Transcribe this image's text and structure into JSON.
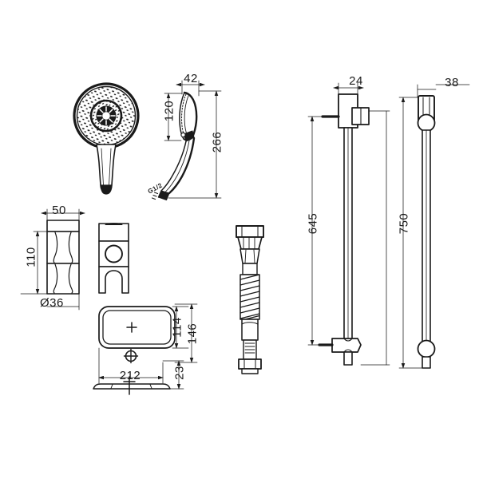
{
  "drawing": {
    "title": "Shower Set Dimensional Drawing",
    "units": "mm",
    "line_color": "#1a1a1a",
    "background_color": "#ffffff"
  },
  "components": {
    "handshower_front": {
      "name": "Hand Shower Front View"
    },
    "handshower_side": {
      "name": "Hand Shower Side View"
    },
    "wall_bracket_side": {
      "name": "Wall Bracket Side View"
    },
    "wall_bracket_front": {
      "name": "Wall Bracket Front View"
    },
    "soap_tray": {
      "name": "Soap Dish Tray Top View"
    },
    "hose": {
      "name": "Flexible Shower Hose"
    },
    "slide_rail_left": {
      "name": "Slide Rail With Holder 645"
    },
    "slide_rail_right": {
      "name": "Slide Rail 750"
    }
  },
  "dimensions": {
    "handshower_head_depth": "42",
    "handshower_head_height": "120",
    "handshower_total_length": "266",
    "handshower_thread": "G1/2",
    "bracket_width": "50",
    "bracket_height": "110",
    "bracket_diameter": "Ø36",
    "tray_depth": "114",
    "tray_depth_outer": "146",
    "tray_width": "212",
    "tray_thickness": "23",
    "rail_left_width": "24",
    "rail_left_length": "645",
    "rail_right_width": "38",
    "rail_right_length": "750"
  }
}
